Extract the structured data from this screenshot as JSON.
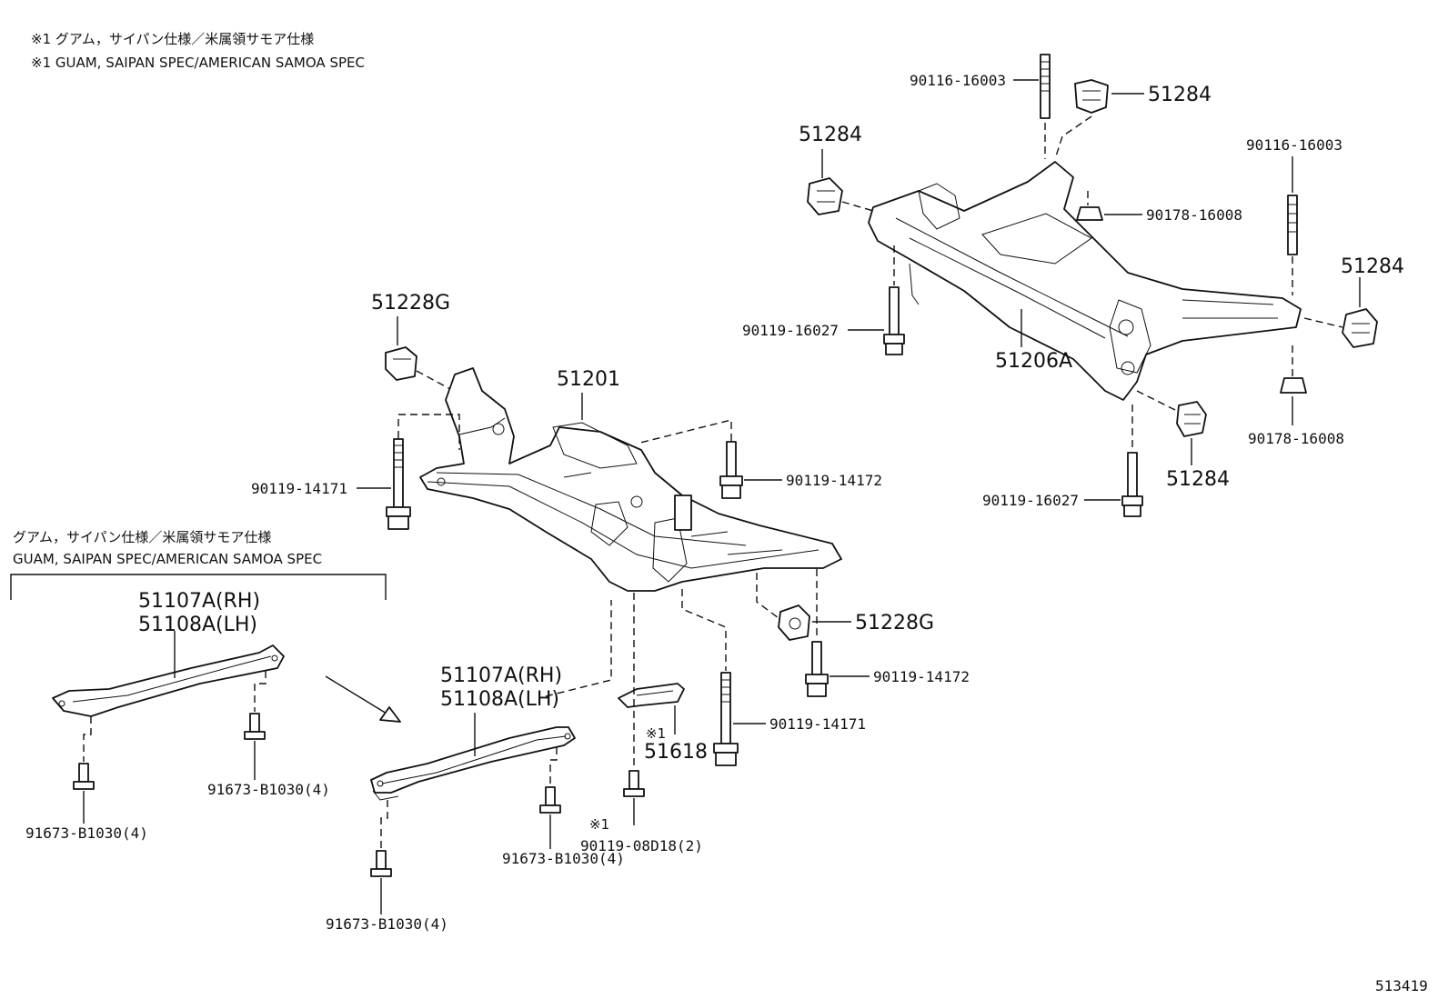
{
  "notes": {
    "note1_jp": "※1 グアム，サイパン仕様／米属領サモア仕様",
    "note1_en": "※1 GUAM, SAIPAN SPEC/AMERICAN SAMOA SPEC",
    "group_jp": "グアム，サイパン仕様／米属領サモア仕様",
    "group_en": "GUAM, SAIPAN SPEC/AMERICAN SAMOA SPEC",
    "mark_51618": "※1",
    "mark_90119": "※1"
  },
  "labels": {
    "p_90116_top": "90116-16003",
    "p_51284_top": "51284",
    "p_51284_left": "51284",
    "p_90116_right": "90116-16003",
    "p_90178_top": "90178-16008",
    "p_51284_right": "51284",
    "p_90119_16027_left": "90119-16027",
    "p_51206A": "51206A",
    "p_90178_bottom": "90178-16008",
    "p_51284_bottom": "51284",
    "p_90119_16027_bottom": "90119-16027",
    "p_51228G_top": "51228G",
    "p_51201": "51201",
    "p_90119_14171_left": "90119-14171",
    "p_90119_14172_top": "90119-14172",
    "p_51228G_right": "51228G",
    "p_90119_14172_right": "90119-14172",
    "p_90119_14171_right": "90119-14171",
    "p_51107A_left": "51107A(RH)",
    "p_51108A_left": "51108A(LH)",
    "p_51107A_mid": "51107A(RH)",
    "p_51108A_mid": "51108A(LH)",
    "p_51618": "51618",
    "p_90119_08D18": "90119-08D18(2)",
    "p_91673_a": "91673-B1030(4)",
    "p_91673_b": "91673-B1030(4)",
    "p_91673_c": "91673-B1030(4)",
    "p_91673_d": "91673-B1030(4)",
    "diagram_id": "513419"
  }
}
